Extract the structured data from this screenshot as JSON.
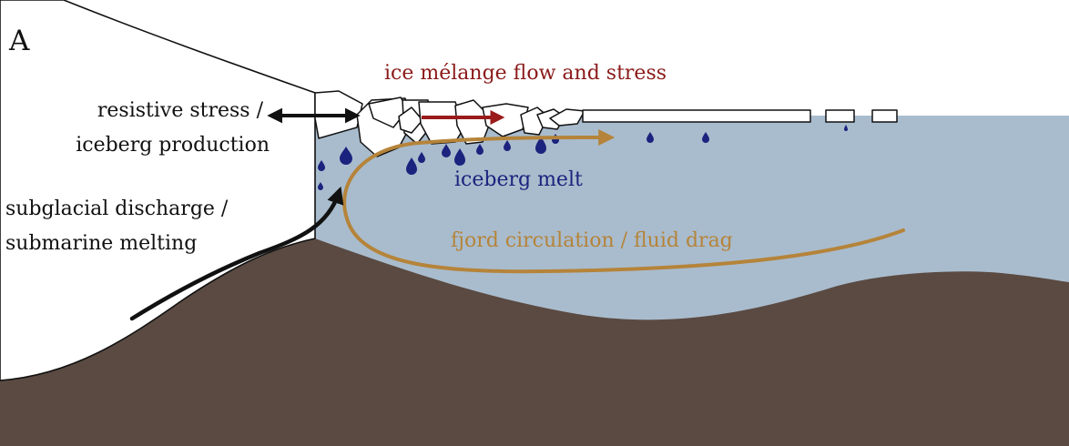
{
  "panel_label": "A",
  "labels": {
    "resistive_stress": [
      "resistive stress /",
      "iceberg production"
    ],
    "subglacial": [
      "subglacial discharge /",
      "submarine melting"
    ],
    "melange": "ice mélange flow and stress",
    "iceberg_melt": "iceberg melt",
    "fjord_circulation": "fjord circulation / fluid drag"
  },
  "colors": {
    "water": "#a9bccd",
    "bed": "#5a4a42",
    "glacier": "#ffffff",
    "melange_text": "#8b1a1a",
    "melange_arrow": "#9b1b1b",
    "melt_text": "#1a237e",
    "meltwater_drops": "#1a237e",
    "circulation": "#b5843a",
    "black_arrow": "#111111"
  }
}
